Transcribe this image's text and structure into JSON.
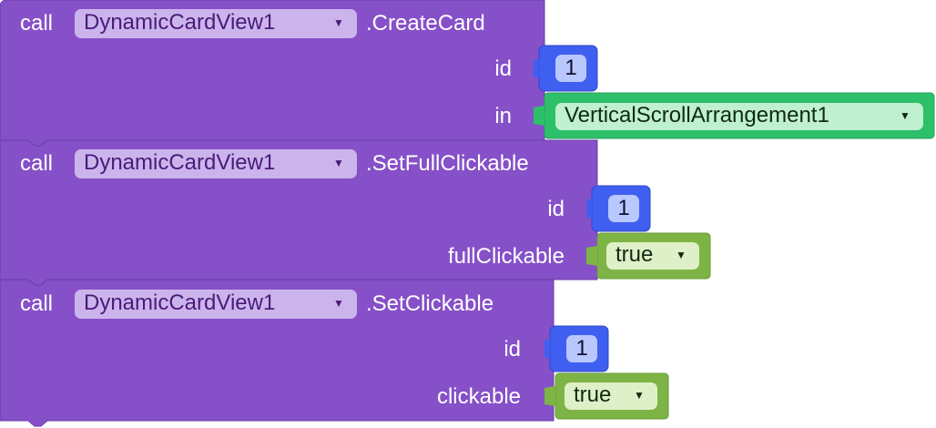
{
  "blocks": [
    {
      "call_label": "call",
      "component": "DynamicCardView1",
      "method": ".CreateCard",
      "params": [
        {
          "label": "id",
          "value": "1"
        },
        {
          "label": "in",
          "value": "VerticalScrollArrangement1"
        }
      ]
    },
    {
      "call_label": "call",
      "component": "DynamicCardView1",
      "method": ".SetFullClickable",
      "params": [
        {
          "label": "id",
          "value": "1"
        },
        {
          "label": "fullClickable",
          "value": "true"
        }
      ]
    },
    {
      "call_label": "call",
      "component": "DynamicCardView1",
      "method": ".SetClickable",
      "params": [
        {
          "label": "id",
          "value": "1"
        },
        {
          "label": "clickable",
          "value": "true"
        }
      ]
    }
  ],
  "colors": {
    "procedure_block": "#8650c8",
    "procedure_block_dark": "#6a3ba6",
    "component_dropdown": "#cbb4ec",
    "number_block": "#3f5ff0",
    "number_field": "#b9c7ff",
    "component_block": "#2ebf6a",
    "component_field": "#bff0cf",
    "logic_block": "#7db445",
    "logic_field": "#dff0c8"
  }
}
